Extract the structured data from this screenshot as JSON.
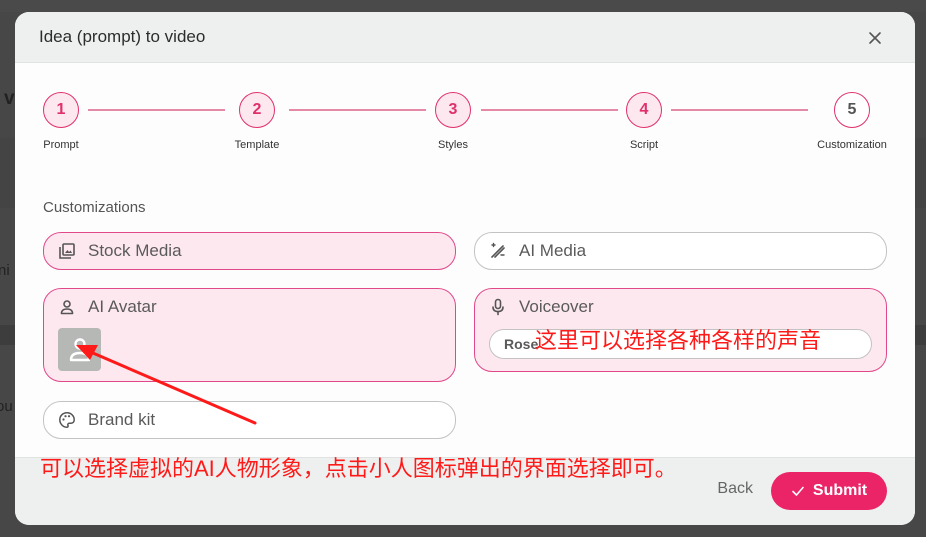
{
  "background": {
    "fragments": [
      "v",
      "ni",
      "ou"
    ]
  },
  "modal": {
    "title": "Idea (prompt) to video",
    "close_icon": "close-icon"
  },
  "stepper": {
    "steps": [
      {
        "number": "1",
        "label": "Prompt",
        "state": "done"
      },
      {
        "number": "2",
        "label": "Template",
        "state": "done"
      },
      {
        "number": "3",
        "label": "Styles",
        "state": "done"
      },
      {
        "number": "4",
        "label": "Script",
        "state": "done"
      },
      {
        "number": "5",
        "label": "Customization",
        "state": "current"
      }
    ]
  },
  "customizations": {
    "section_label": "Customizations",
    "options": [
      {
        "label": "Stock Media",
        "icon": "stock-media-icon",
        "selected": true
      },
      {
        "label": "AI Media",
        "icon": "ai-media-icon",
        "selected": false
      },
      {
        "label": "AI Avatar",
        "icon": "person-icon",
        "selected": true,
        "avatar_icon": "avatar-placeholder-icon"
      },
      {
        "label": "Voiceover",
        "icon": "microphone-icon",
        "selected": true,
        "voice_value": "Rose"
      },
      {
        "label": "Brand kit",
        "icon": "palette-icon",
        "selected": false
      }
    ]
  },
  "footer": {
    "back_label": "Back",
    "submit_label": "Submit",
    "submit_icon": "check-icon"
  },
  "annotations": {
    "voice_note": "这里可以选择各种各样的声音",
    "avatar_note": "可以选择虚拟的AI人物形象，点击小人图标弹出的界面选择即可。"
  },
  "colors": {
    "accent": "#eb2467",
    "step_border": "#e0306a",
    "selected_bg": "#fde8ef",
    "annotation": "#ff1a1a"
  }
}
